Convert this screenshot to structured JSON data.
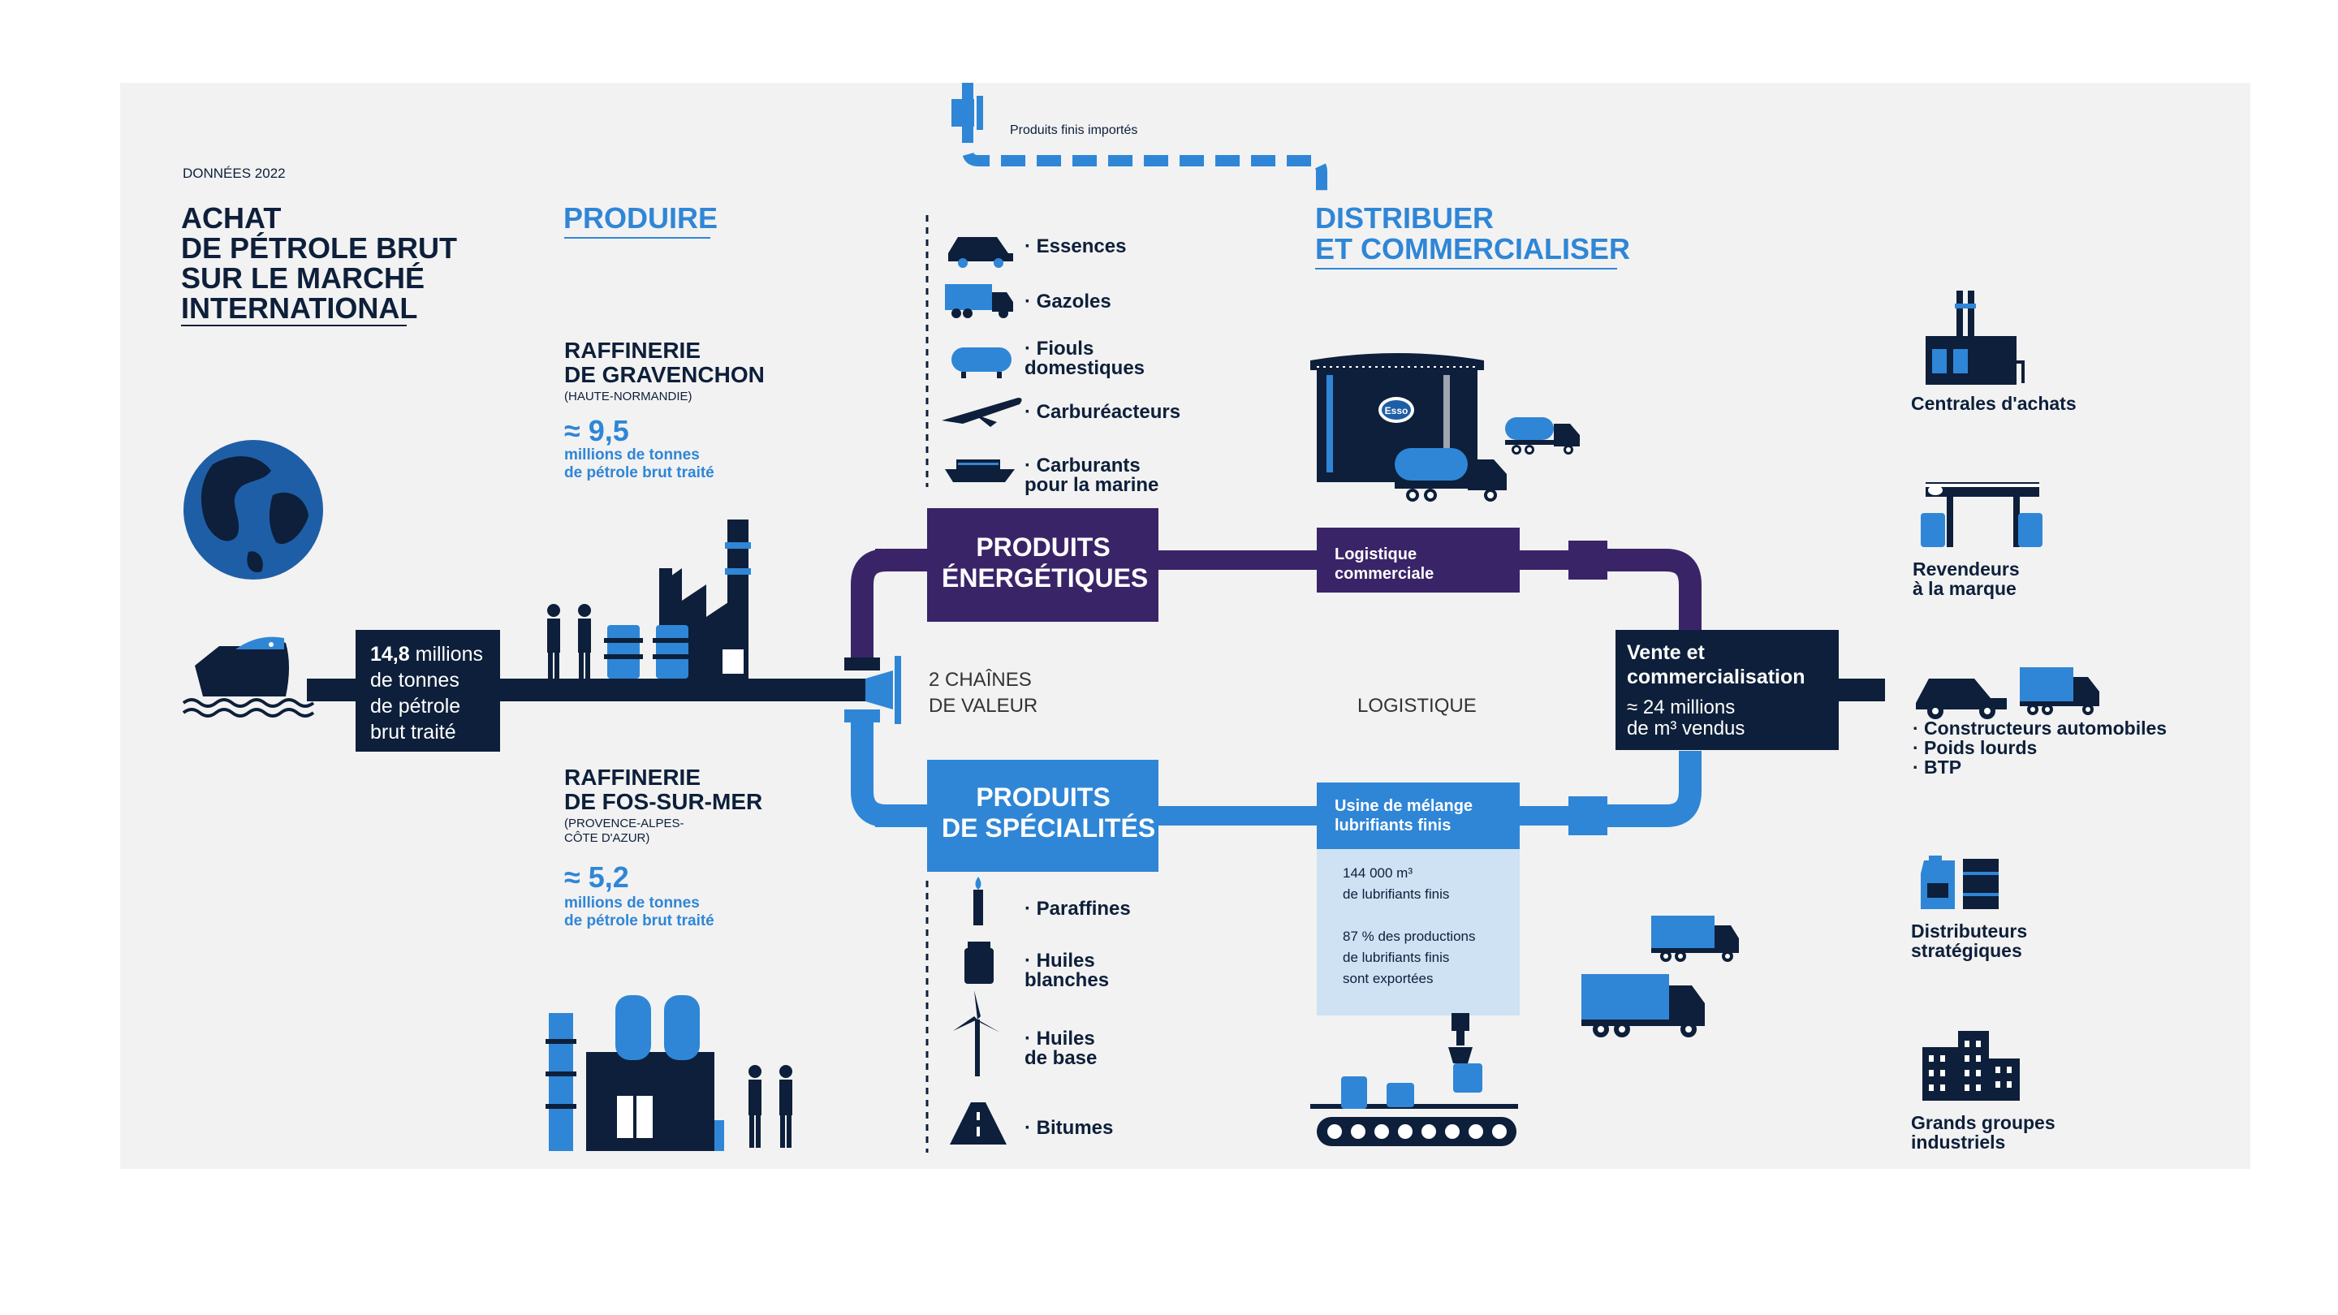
{
  "header": {
    "data_year": "DONNÉES 2022",
    "achat_title": [
      "ACHAT",
      "DE PÉTROLE BRUT",
      "SUR LE MARCHÉ",
      "INTERNATIONAL"
    ],
    "produire_title": "PRODUIRE",
    "distribuer_title": [
      "DISTRIBUER",
      "ET COMMERCIALISER"
    ],
    "imported_note": "Produits finis importés"
  },
  "refineries": [
    {
      "name": [
        "RAFFINERIE",
        "DE GRAVENCHON"
      ],
      "region": [
        "(HAUTE-NORMANDIE)"
      ],
      "value": "≈ 9,5",
      "unit": [
        "millions de tonnes",
        "de pétrole brut traité"
      ]
    },
    {
      "name": [
        "RAFFINERIE",
        "DE FOS-SUR-MER"
      ],
      "region": [
        "(PROVENCE-ALPES-",
        "CÔTE D'AZUR)"
      ],
      "value": "≈ 5,2",
      "unit": [
        "millions de tonnes",
        "de pétrole brut traité"
      ]
    }
  ],
  "crude_box": {
    "value": "14,8",
    "lines": [
      " millions",
      "de tonnes",
      "de pétrole",
      "brut traité"
    ]
  },
  "energy_products": {
    "title": [
      "PRODUITS",
      "ÉNERGÉTIQUES"
    ],
    "items": [
      {
        "icon": "car-icon",
        "label": [
          "· Essences"
        ]
      },
      {
        "icon": "truck-icon",
        "label": [
          "· Gazoles"
        ]
      },
      {
        "icon": "fuel-tank-icon",
        "label": [
          "· Fiouls",
          "domestiques"
        ]
      },
      {
        "icon": "airplane-icon",
        "label": [
          "· Carburéacteurs"
        ]
      },
      {
        "icon": "ship-icon",
        "label": [
          "· Carburants",
          "pour la marine"
        ]
      }
    ]
  },
  "specialty_products": {
    "title": [
      "PRODUITS",
      "DE SPÉCIALITÉS"
    ],
    "items": [
      {
        "icon": "candle-icon",
        "label": [
          "· Paraffines"
        ]
      },
      {
        "icon": "jar-icon",
        "label": [
          "· Huiles",
          "blanches"
        ]
      },
      {
        "icon": "wind-turbine-icon",
        "label": [
          "· Huiles",
          "de base"
        ]
      },
      {
        "icon": "road-icon",
        "label": [
          "· Bitumes"
        ]
      }
    ]
  },
  "center": {
    "chains": [
      "2 CHAÎNES",
      "DE VALEUR"
    ],
    "logistique": "LOGISTIQUE"
  },
  "logistics_box": [
    "Logistique",
    "commerciale"
  ],
  "blending_box": {
    "title": [
      "Usine de mélange",
      "lubrifiants finis"
    ],
    "stat1": [
      "144 000 m³",
      "de lubrifiants finis"
    ],
    "stat2": [
      "87 % des productions",
      "de lubrifiants finis",
      "sont exportées"
    ]
  },
  "sales_box": {
    "title": [
      "Vente et",
      "commercialisation"
    ],
    "value": [
      "≈ 24 millions",
      "de m³ vendus"
    ]
  },
  "customers": [
    {
      "icon": "factory-icon",
      "label": [
        "Centrales d'achats"
      ]
    },
    {
      "icon": "gas-station-icon",
      "label": [
        "Revendeurs",
        "à la marque"
      ]
    },
    {
      "icon": "car-truck-icon",
      "label": [
        "· Constructeurs automobiles",
        "· Poids lourds",
        "· BTP"
      ]
    },
    {
      "icon": "oil-barrel-icon",
      "label": [
        "Distributeurs",
        "stratégiques"
      ]
    },
    {
      "icon": "office-building-icon",
      "label": [
        "Grands groupes",
        "industriels"
      ]
    }
  ],
  "colors": {
    "navy": "#0d1f3a",
    "purple": "#3a2468",
    "blue": "#2f86d6",
    "light_blue": "#cfe2f3",
    "panel": "#f2f2f2"
  }
}
